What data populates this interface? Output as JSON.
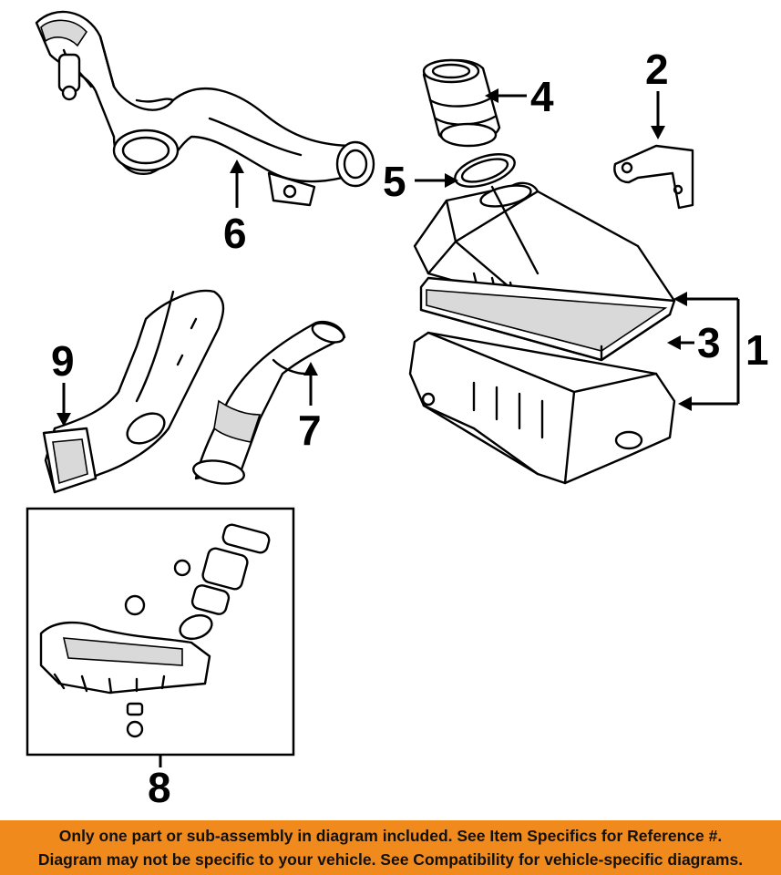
{
  "callouts": {
    "c1": "1",
    "c2": "2",
    "c3": "3",
    "c4": "4",
    "c5": "5",
    "c6": "6",
    "c7": "7",
    "c8": "8",
    "c9": "9"
  },
  "notice": {
    "line1": "Only one part or sub-assembly in diagram included. See Item Specifics for Reference #.",
    "line2": "Diagram may not be specific to your vehicle. See Compatibility for vehicle-specific diagrams."
  },
  "colors": {
    "banner": "#f08a1d",
    "ink": "#000000"
  }
}
